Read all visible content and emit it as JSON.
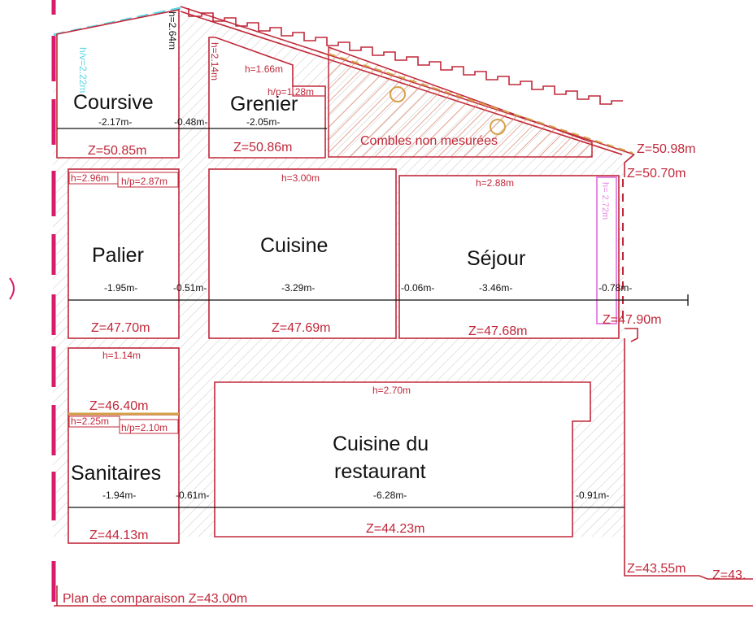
{
  "plan": {
    "reference_label": "Plan de comparaison Z=43.00m",
    "unmeasured_attic": "Combles non mesurées",
    "outer_levels": {
      "roof_top": "Z=50.98m",
      "wall_top": "Z=50.70m",
      "terrace": "Z=47.90m",
      "ground_right": "Z=43.55m",
      "ground_far": "Z=43."
    },
    "rooms": {
      "coursive": {
        "name": "Coursive",
        "z": "Z=50.85m",
        "width": "-2.17m-",
        "h_angled": "h/v=2.22m"
      },
      "grenier": {
        "name": "Grenier",
        "z": "Z=50.86m",
        "width": "-2.05m-",
        "h": "h=1.66m",
        "h_p": "h/p=1.28m",
        "h_side": "h=2.14m"
      },
      "palier": {
        "name": "Palier",
        "z": "Z=47.70m",
        "width": "-1.95m-",
        "h": "h=2.96m",
        "h_p": "h/p=2.87m"
      },
      "cuisine": {
        "name": "Cuisine",
        "z": "Z=47.69m",
        "width": "-3.29m-",
        "h": "h=3.00m"
      },
      "sejour": {
        "name": "Séjour",
        "z": "Z=47.68m",
        "width": "-3.46m-",
        "h": "h=2.88m",
        "h_side": "h= 2.72m"
      },
      "upper_sanitary": {
        "z": "Z=46.40m",
        "h": "h=1.14m"
      },
      "sanitaires": {
        "name": "Sanitaires",
        "z": "Z=44.13m",
        "width": "-1.94m-",
        "h": "h=2.25m",
        "h_p": "h/p=2.10m"
      },
      "cuisine_restaurant": {
        "name_line1": "Cuisine du",
        "name_line2": "restaurant",
        "z": "Z=44.23m",
        "width": "-6.28m-",
        "h": "h=2.70m"
      }
    },
    "walls": {
      "top_left_h": "h=2.64m",
      "top_mid": "-0.48m-",
      "mid_1": "-0.51m-",
      "mid_2": "-0.06m-",
      "mid_3": "-0.78m-",
      "low_1": "-0.61m-",
      "low_2": "-0.91m-"
    },
    "colors": {
      "wall": "#c0283a",
      "marker": "#d81b6a",
      "attic": "#d4a24a",
      "hatch": "#bdbdbd",
      "cyan_dash": "#5ad6e6",
      "pink_dim": "#e58ae0"
    }
  }
}
